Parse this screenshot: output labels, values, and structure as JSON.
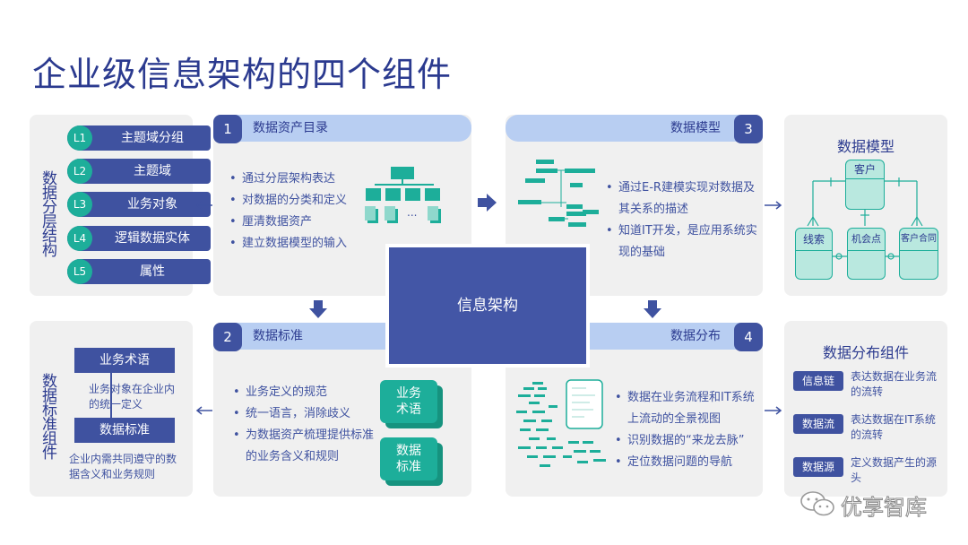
{
  "title": "企业级信息架构的四个组件",
  "left_top": {
    "vertical_label": "数据分层结构",
    "levels": [
      {
        "code": "L1",
        "label": "主题域分组"
      },
      {
        "code": "L2",
        "label": "主题域"
      },
      {
        "code": "L3",
        "label": "业务对象"
      },
      {
        "code": "L4",
        "label": "逻辑数据实体"
      },
      {
        "code": "L5",
        "label": "属性"
      }
    ]
  },
  "left_bottom": {
    "vertical_label": "数据标准组件",
    "term_label": "业务术语",
    "term_desc": "业务对象在企业内的统一定义",
    "std_label": "数据标准",
    "std_desc": "企业内需共同遵守的数据含义和业务规则"
  },
  "catalog": {
    "number": "1",
    "title": "数据资产目录",
    "bullets": [
      "通过分层架构表达",
      "对数据的分类和定义",
      "厘清数据资产",
      "建立数据模型的输入"
    ],
    "ellipsis": "..."
  },
  "model": {
    "number": "3",
    "title": "数据模型",
    "bullets": [
      "通过E-R建模实现对数据及其关系的描述",
      "知道IT开发，是应用系统实现的基础"
    ]
  },
  "standard": {
    "number": "2",
    "title": "数据标准",
    "bullets": [
      "业务定义的规范",
      "统一语言，消除歧义",
      "为数据资产梳理提供标准的业务含义和规则"
    ],
    "stack1": "业务术语",
    "stack2": "数据标准"
  },
  "distribution": {
    "number": "4",
    "title": "数据分布",
    "bullets": [
      "数据在业务流程和IT系统上流动的全景视图",
      "识别数据的“来龙去脉”",
      "定位数据问题的导航"
    ]
  },
  "center": {
    "label": "信息架构"
  },
  "right_top": {
    "title": "数据模型",
    "entity_main": "客户",
    "entity_a": "线索",
    "entity_b": "机会点",
    "entity_c": "客户合同"
  },
  "right_bottom": {
    "title": "数据分布组件",
    "items": [
      {
        "tag": "信息链",
        "desc": "表达数据在业务流的流转"
      },
      {
        "tag": "数据流",
        "desc": "表达数据在IT系统的流转"
      },
      {
        "tag": "数据源",
        "desc": "定义数据产生的源头"
      }
    ]
  },
  "watermark": "优享智库",
  "colors": {
    "navy": "#3f52a0",
    "teal": "#1dae9a",
    "light_blue": "#b8cef2",
    "panel": "#f0f0f0"
  }
}
